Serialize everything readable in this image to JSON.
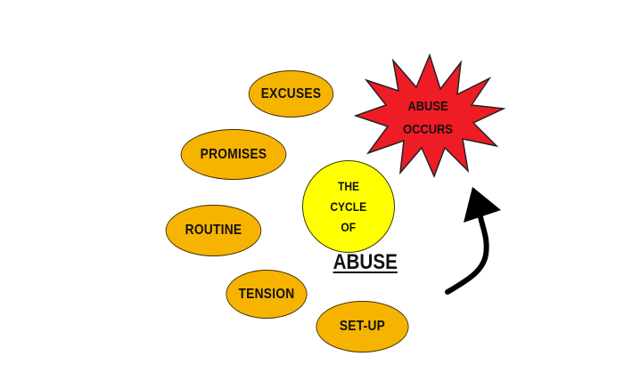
{
  "diagram": {
    "ovals": [
      {
        "label": "EXCUSES"
      },
      {
        "label": "PROMISES"
      },
      {
        "label": "ROUTINE"
      },
      {
        "label": "TENSION"
      },
      {
        "label": "SET-UP"
      }
    ],
    "center": {
      "lines": [
        "THE",
        "CYCLE",
        "OF"
      ],
      "title": "ABUSE"
    },
    "burst": {
      "lines": [
        "ABUSE",
        "OCCURS"
      ]
    },
    "colors": {
      "oval_fill": "#f6b400",
      "center_fill": "#ffff00",
      "burst_fill": "#ee1c25",
      "arrow": "#000000"
    }
  }
}
